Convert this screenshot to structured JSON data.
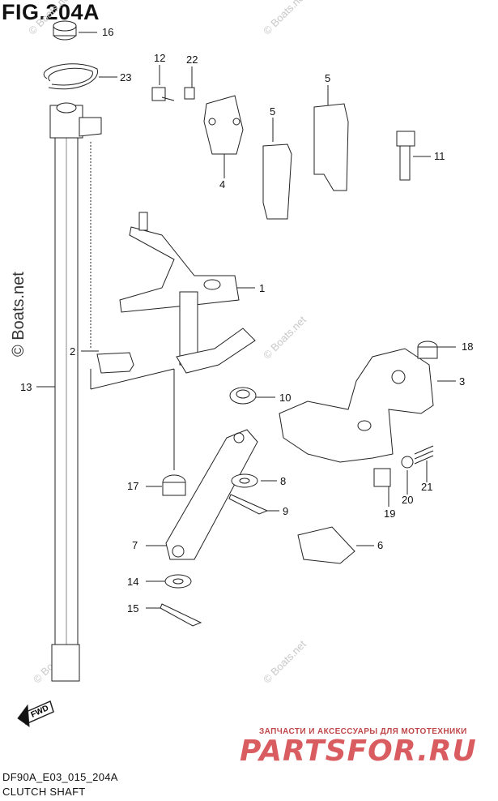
{
  "figure": {
    "title": "FIG.204A"
  },
  "footer": {
    "code": "DF90A_E03_015_204A",
    "name": "CLUTCH SHAFT"
  },
  "watermarks": {
    "site": "© Boats.net"
  },
  "ads": {
    "top_line": "ЗАПЧАСТИ И АКСЕССУАРЫ ДЛЯ МОТОТЕХНИКИ",
    "brand": "PARTSFOR.RU"
  },
  "direction": {
    "label": "FWD"
  },
  "callouts": {
    "c1": "1",
    "c2": "2",
    "c3": "3",
    "c4": "4",
    "c5a": "5",
    "c5b": "5",
    "c6": "6",
    "c7": "7",
    "c8": "8",
    "c9": "9",
    "c10": "10",
    "c11": "11",
    "c12": "12",
    "c13": "13",
    "c14": "14",
    "c15": "15",
    "c16": "16",
    "c17": "17",
    "c18": "18",
    "c19": "19",
    "c20": "20",
    "c21": "21",
    "c22": "22",
    "c23": "23"
  }
}
